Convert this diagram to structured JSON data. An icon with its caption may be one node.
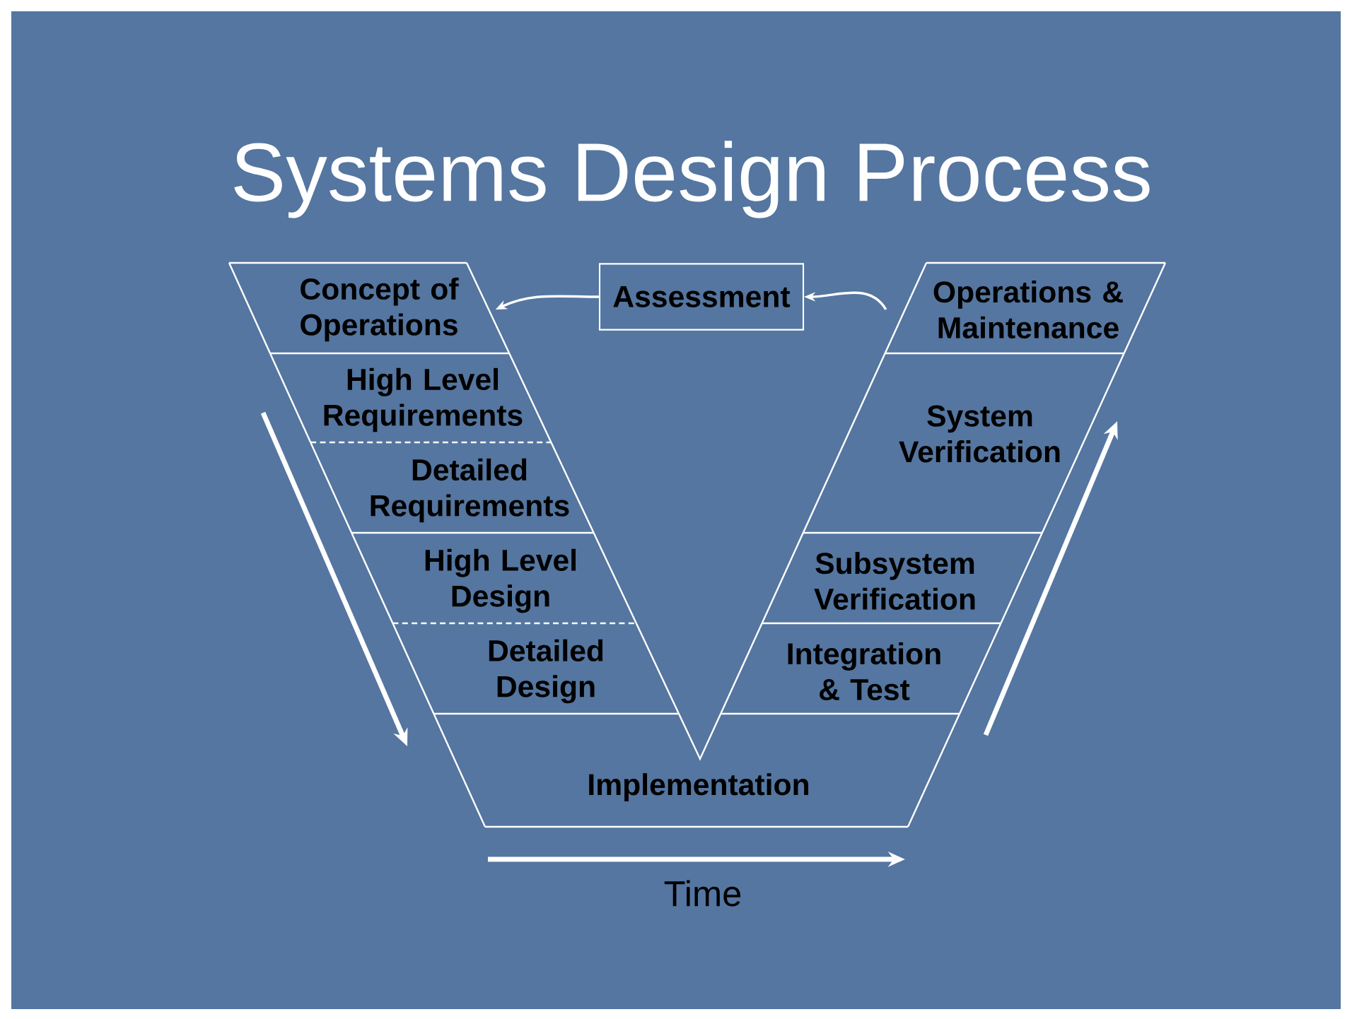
{
  "diagram": {
    "title": "Systems Design Process",
    "nodes": [
      {
        "text": [
          "Concept of Operations"
        ]
      },
      {
        "text": [
          "Assessment"
        ]
      },
      {
        "text": [
          "Operations & Maintenance"
        ]
      },
      {
        "text": [
          "High Level Requirements"
        ]
      },
      {
        "text": [
          "Detailed Requirements"
        ]
      },
      {
        "text": [
          "High Level Design"
        ]
      },
      {
        "text": [
          "Detailed Design"
        ]
      },
      {
        "text": [
          "Implementation"
        ]
      },
      {
        "text": [
          "Integration & Test"
        ]
      },
      {
        "text": [
          "Subsystem Verification"
        ]
      },
      {
        "text": [
          "System Verification"
        ]
      }
    ],
    "edges": [
      {
        "from": 2,
        "to": 1,
        "arrow": "to"
      },
      {
        "from": 1,
        "to": 0,
        "arrow": "to"
      }
    ],
    "labels": [
      "Time"
    ]
  }
}
